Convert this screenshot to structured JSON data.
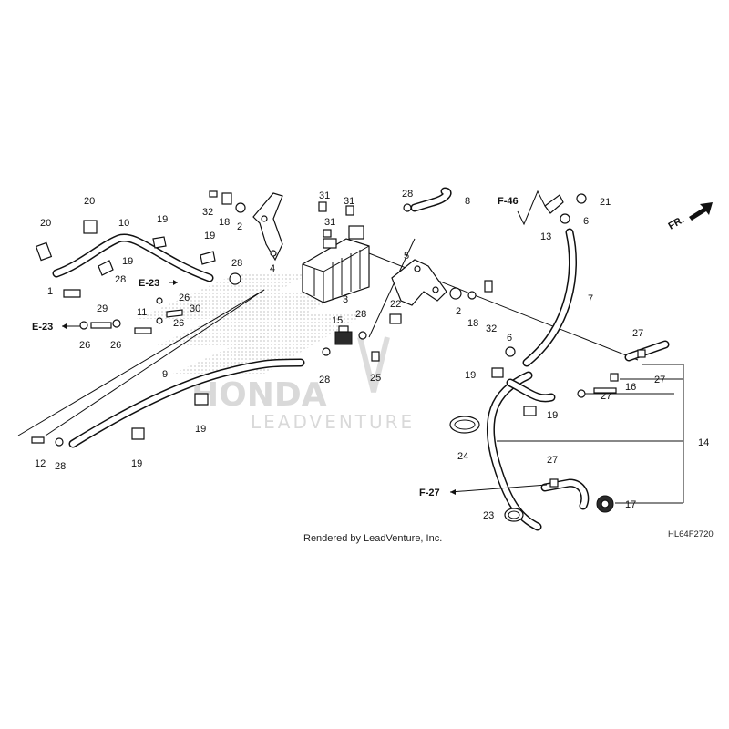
{
  "watermark": {
    "brand": "HONDA",
    "dealer": "LEADVENTURE"
  },
  "caption": "Rendered by LeadVenture, Inc.",
  "diagram_code": "HL64F2720",
  "front_marker": "FR.",
  "refs": {
    "e23a": "E-23",
    "e23b": "E-23",
    "f46": "F-46",
    "f27": "F-27"
  },
  "callouts": [
    "1",
    "2",
    "3",
    "4",
    "5",
    "6",
    "7",
    "8",
    "9",
    "10",
    "11",
    "12",
    "13",
    "14",
    "15",
    "16",
    "17",
    "18",
    "19",
    "20",
    "21",
    "22",
    "23",
    "24",
    "25",
    "26",
    "27",
    "28",
    "29",
    "30",
    "31",
    "32"
  ]
}
